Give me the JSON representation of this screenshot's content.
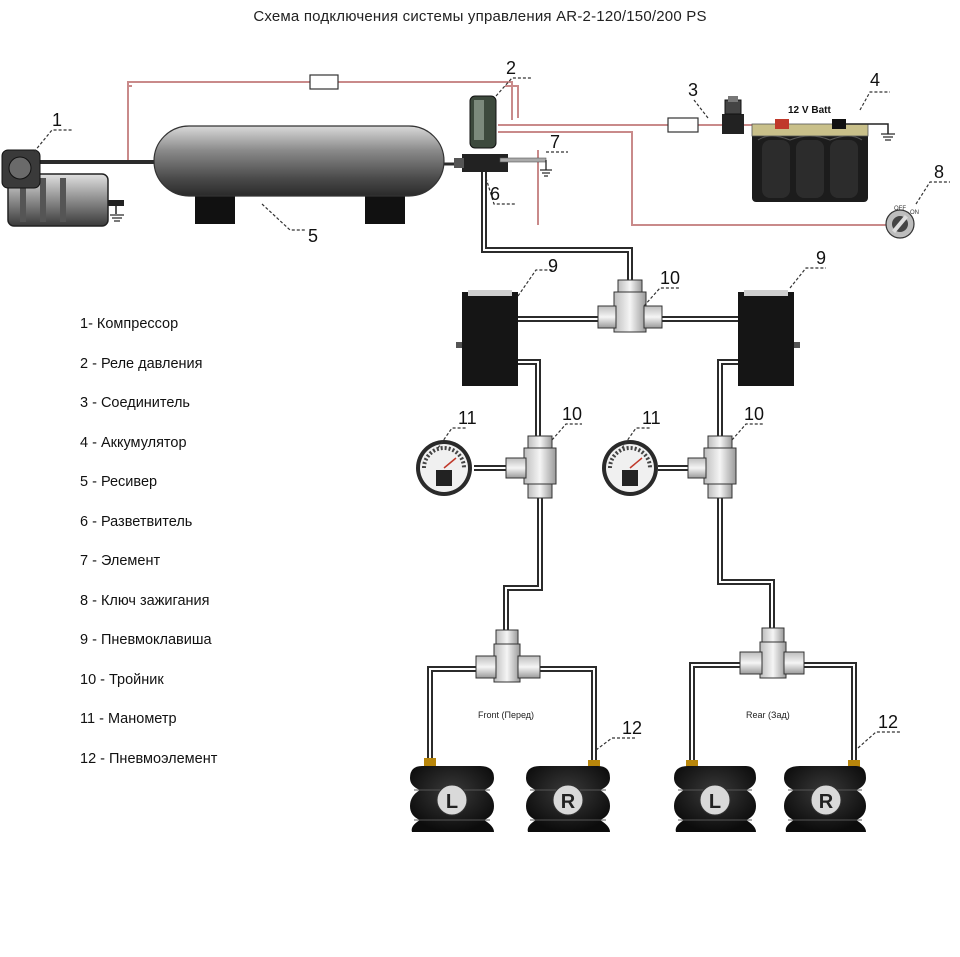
{
  "title": "Схема подключения системы управления  AR-2-120/150/200 PS",
  "callouts": {
    "c1": "1",
    "c2": "2",
    "c3": "3",
    "c4": "4",
    "c5": "5",
    "c6": "6",
    "c7": "7",
    "c8": "8",
    "c9a": "9",
    "c9b": "9",
    "c10a": "10",
    "c10b": "10",
    "c10c": "10",
    "c11a": "11",
    "c11b": "11",
    "c12a": "12",
    "c12b": "12"
  },
  "battery_label": "12 V Batt",
  "ignition": {
    "off": "OFF",
    "on": "ON"
  },
  "axles": {
    "front": "Front (Перед)",
    "rear": "Rear (Зад)"
  },
  "spring_marks": {
    "left": "L",
    "right": "R"
  },
  "legend": [
    "1- Компрессор",
    "2 - Реле давления",
    "3 - Соединитель",
    "4 - Аккумулятор",
    "5 - Ресивер",
    "6 - Разветвитель",
    "7 - Элемент",
    "8 - Ключ зажигания",
    "9 - Пневмоклавиша",
    "10 - Тройник",
    "11 - Манометр",
    "12 - Пневмоэлемент"
  ],
  "colors": {
    "power_wire": "#c98a8a",
    "air_line": "#2b2b2b",
    "component": "#1a1a1a"
  }
}
